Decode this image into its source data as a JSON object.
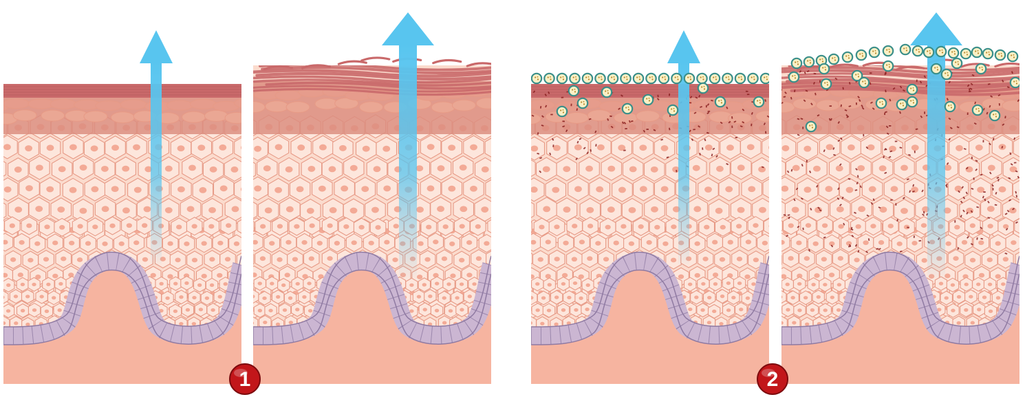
{
  "colors": {
    "background": "#ffffff",
    "dermis": "#f6b4a0",
    "lower_cell_fill": "#fbdbcd",
    "cell_border": "#e79a86",
    "basal_cell": "#cbb6d2",
    "basal_border": "#8f7aa2",
    "stratum_corneum": "#c9696a",
    "granular_layer": "#dc8e80",
    "nucleus": "#f2a38e",
    "arrow": "#58c5ef",
    "inflammatory_dot": "#8a2020",
    "microbe_fill": "#fbf0c6",
    "microbe_ring": "#3a8f8a",
    "badge_red": "#c2161a"
  },
  "panels": [
    {
      "id": "a",
      "surface": "intact",
      "arrow": "short",
      "dots": false,
      "microbes": false
    },
    {
      "id": "b",
      "surface": "disrupted",
      "arrow": "long",
      "dots": false,
      "microbes": false
    },
    {
      "id": "c",
      "surface": "intact",
      "arrow": "short",
      "dots": true,
      "microbes": true
    },
    {
      "id": "d",
      "surface": "disrupted",
      "arrow": "long",
      "dots": true,
      "microbes": true
    }
  ],
  "badges": [
    {
      "label": "1"
    },
    {
      "label": "2"
    }
  ]
}
